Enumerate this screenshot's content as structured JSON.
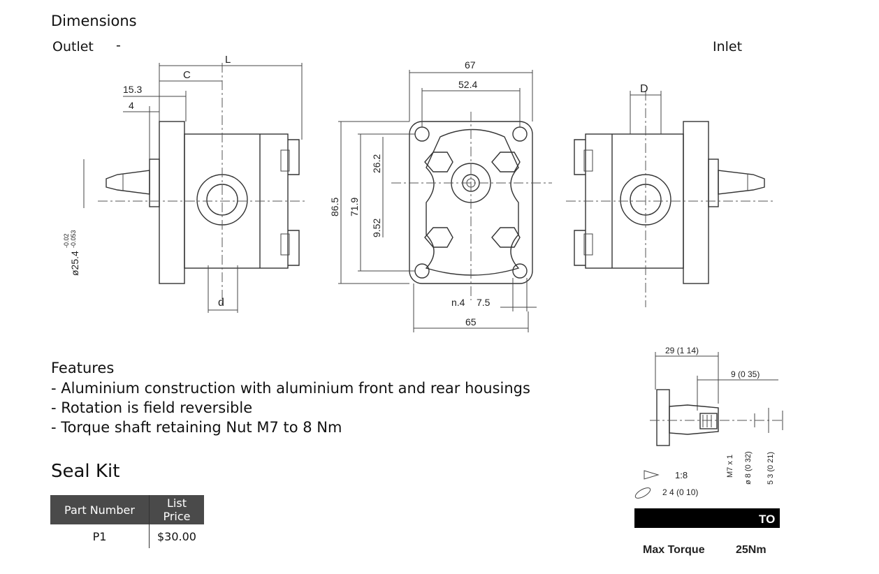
{
  "header": {
    "dimensions_title": "Dimensions",
    "outlet_label": "Outlet",
    "outlet_dash": "-",
    "inlet_label": "Inlet"
  },
  "drawing": {
    "side_view": {
      "L": "L",
      "C": "C",
      "d": "d",
      "dim_15_3": "15.3",
      "dim_4": "4",
      "shaft_diameter": "ø25.4",
      "tol_upper": "-0.02",
      "tol_lower": "-0.053"
    },
    "front_view": {
      "w67": "67",
      "w52_4": "52.4",
      "h86_5": "86.5",
      "h71_9": "71.9",
      "h26_2": "26.2",
      "h9_52": "9.52",
      "holes": "n.4",
      "hole_d": "7.5",
      "w65": "65"
    },
    "rear_view": {
      "D": "D"
    }
  },
  "features": {
    "title": "Features",
    "items": [
      "- Aluminium construction with aluminium front and rear housings",
      "- Rotation is field reversible",
      "- Torque shaft retaining Nut M7 to 8 Nm"
    ]
  },
  "seal_kit": {
    "title": "Seal Kit",
    "columns": [
      "Part Number",
      "List Price"
    ],
    "rows": [
      [
        "P1",
        "$30.00"
      ]
    ]
  },
  "shaft_detail": {
    "dim_29": "29 (1 14)",
    "dim_9": "9 (0 35)",
    "thread": "M7 x 1",
    "dia_8": "ø 8 (0 32)",
    "dim_5_3": "5 3 (0 21)",
    "taper": "1:8",
    "key": "2 4 (0 10)",
    "badge": "TO",
    "max_torque_label": "Max Torque",
    "max_torque_value": "25Nm"
  }
}
